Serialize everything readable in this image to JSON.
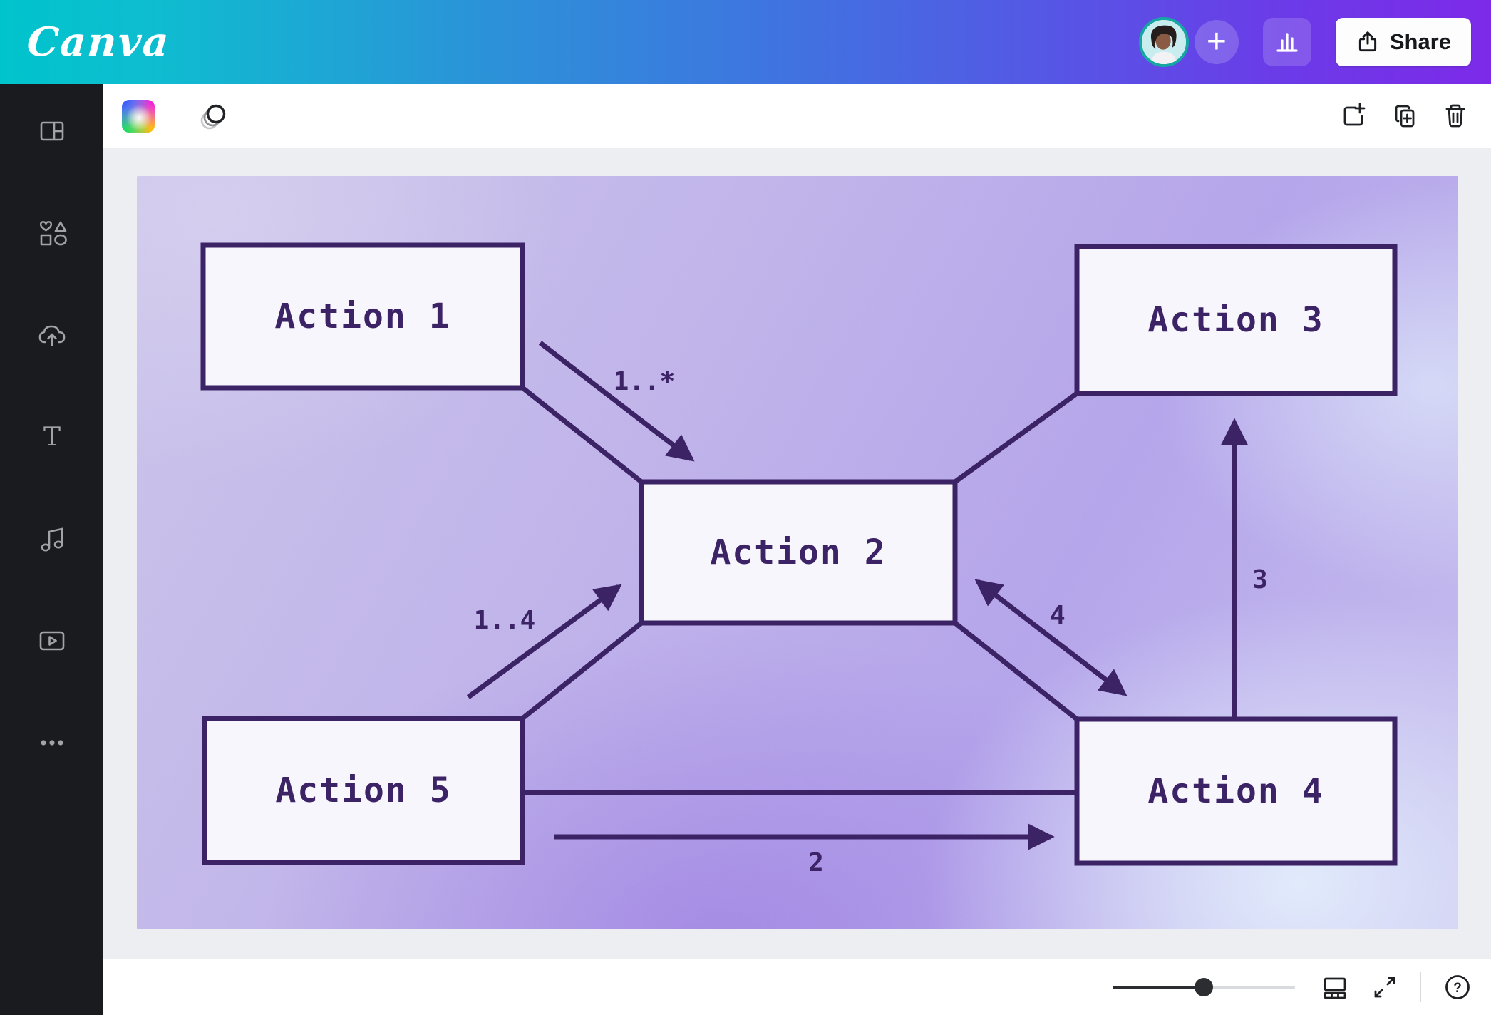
{
  "header": {
    "logo_text": "Canva",
    "share_label": "Share",
    "gradient": [
      "#00c4cc",
      "#7d2ae8"
    ],
    "controls": [
      "avatar",
      "add-new",
      "insights",
      "share"
    ]
  },
  "sidebar": {
    "items": [
      {
        "id": "design",
        "icon": "layout-icon"
      },
      {
        "id": "elements",
        "icon": "elements-icon"
      },
      {
        "id": "uploads",
        "icon": "cloud-upload-icon"
      },
      {
        "id": "text",
        "icon": "text-icon",
        "glyph": "T"
      },
      {
        "id": "audio",
        "icon": "audio-icon"
      },
      {
        "id": "videos",
        "icon": "video-icon"
      },
      {
        "id": "more",
        "icon": "more-dots-icon"
      }
    ]
  },
  "toolbar": {
    "tools": [
      "color-picker",
      "animate"
    ],
    "page_controls": [
      "add-page",
      "duplicate-page",
      "delete-page"
    ]
  },
  "canvas": {
    "colors": {
      "line": "#3b2366",
      "box_fill": "#f7f6fc",
      "box_border": "#3b2366",
      "background_base": "#beb1e9"
    },
    "nodes": [
      {
        "id": "action1",
        "label": "Action 1"
      },
      {
        "id": "action2",
        "label": "Action 2"
      },
      {
        "id": "action3",
        "label": "Action 3"
      },
      {
        "id": "action4",
        "label": "Action 4"
      },
      {
        "id": "action5",
        "label": "Action 5"
      }
    ],
    "edges": [
      {
        "from": "action1",
        "to": "action2",
        "label": "1..*",
        "type": "arrow"
      },
      {
        "from": "action5",
        "to": "action2",
        "label": "1..4",
        "type": "arrow"
      },
      {
        "from": "action2",
        "to": "action4",
        "label": "4",
        "type": "double-arrow"
      },
      {
        "from": "action4",
        "to": "action3",
        "label": "3",
        "type": "arrow"
      },
      {
        "from": "action5",
        "to": "action4",
        "label": "2",
        "type": "arrow"
      }
    ]
  },
  "footer": {
    "zoom_fraction": 0.5,
    "controls": [
      "zoom-slider",
      "pages-view",
      "fullscreen",
      "help"
    ]
  }
}
